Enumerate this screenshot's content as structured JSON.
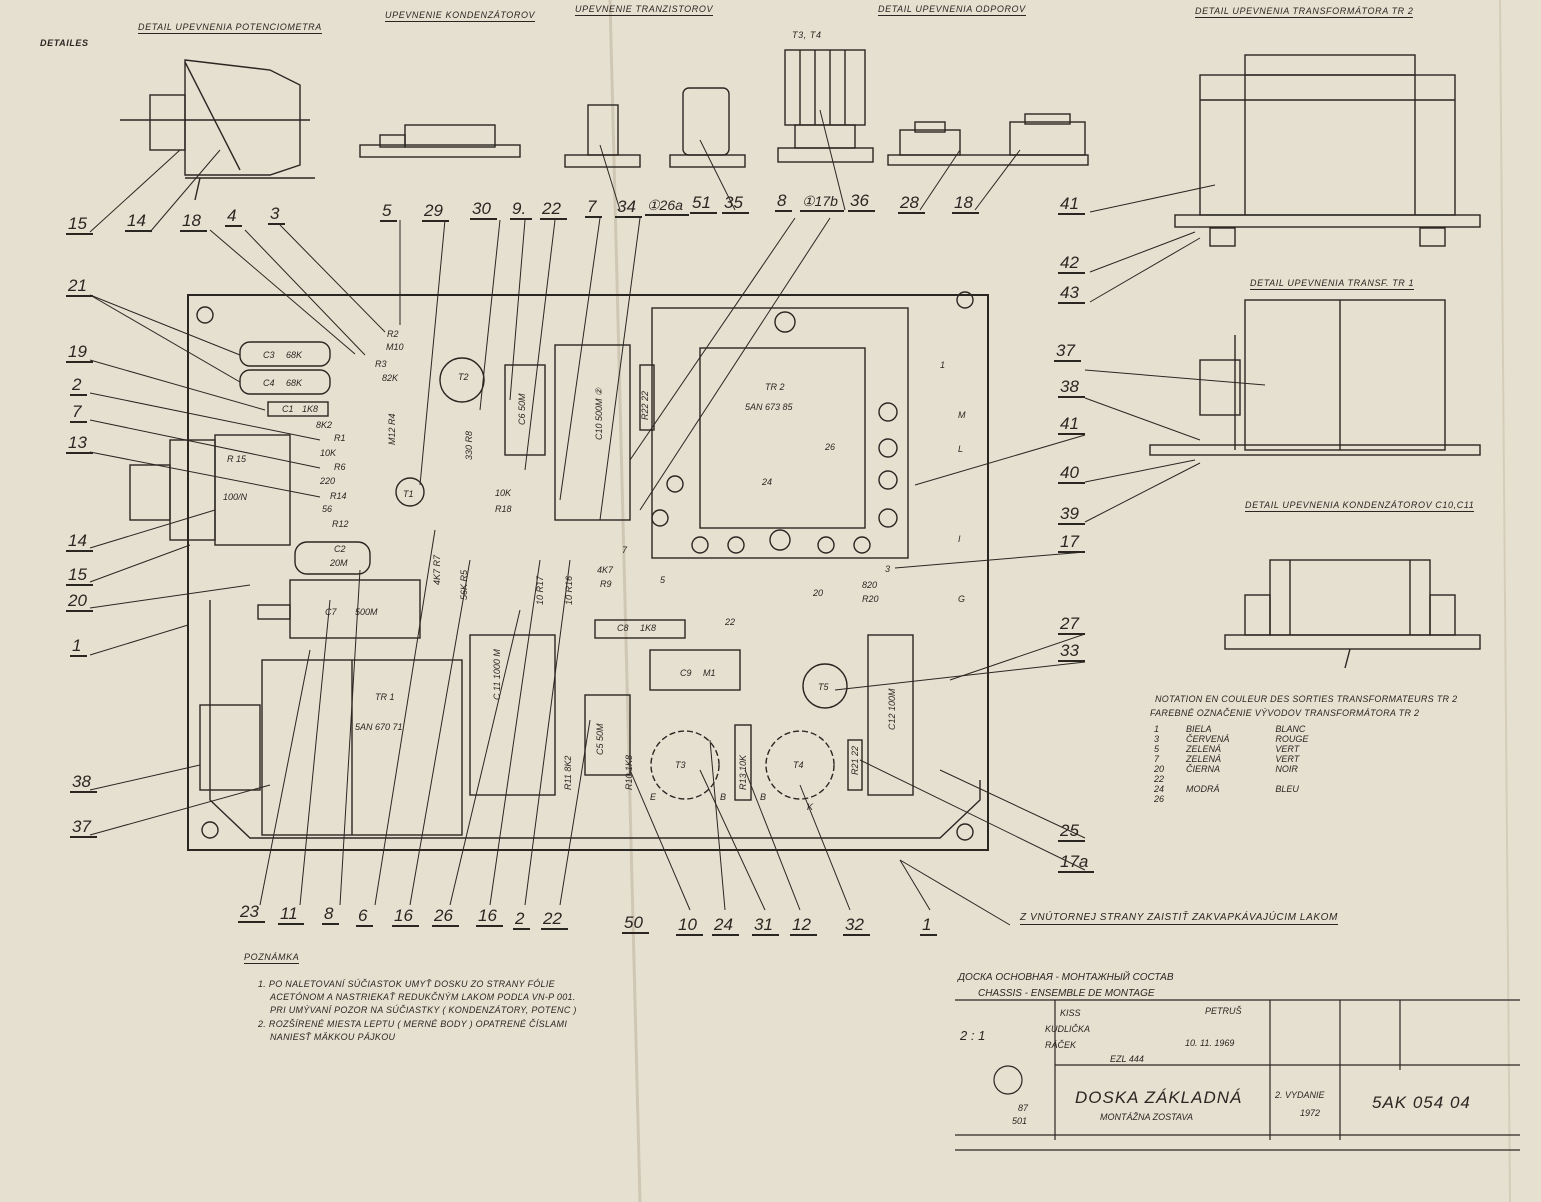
{
  "headers": {
    "detailes": "DETAILES",
    "potentiometer": "DETAIL UPEVNENIA POTENCIOMETRA",
    "capacitors": "UPEVNENIE KONDENZÁTOROV",
    "transistors": "UPEVNENIE TRANZISTOROV",
    "resistors": "DETAIL UPEVNENIA ODPOROV",
    "tr2": "DETAIL UPEVNENIA TRANSFORMÁTORA TR 2",
    "tr1": "DETAIL UPEVNENIA TRANSF. TR 1",
    "c10c11": "DETAIL UPEVNENIA KONDENZÁTOROV C10,C11",
    "t3t4": "T3, T4"
  },
  "callouts": {
    "top": [
      "15",
      "14",
      "18",
      "4",
      "3",
      "5",
      "29",
      "30",
      "9.",
      "22",
      "7",
      "34",
      "①26a",
      "51",
      "35",
      "8",
      "①17b",
      "36",
      "28",
      "18"
    ],
    "left": [
      "21",
      "19",
      "2",
      "7",
      "13",
      "14",
      "15",
      "20",
      "1",
      "38",
      "37"
    ],
    "right": [
      "41",
      "42",
      "43",
      "37",
      "38",
      "41",
      "40",
      "39",
      "17",
      "27",
      "33",
      "25",
      "17a"
    ],
    "bottom": [
      "23",
      "11",
      "8",
      "6",
      "16",
      "26",
      "16",
      "2",
      "22",
      "50",
      "10",
      "24",
      "31",
      "12",
      "32",
      "1"
    ]
  },
  "components": [
    {
      "ref": "R2",
      "val": "M10"
    },
    {
      "ref": "R3",
      "val": "82K"
    },
    {
      "ref": "C3",
      "val": "68K"
    },
    {
      "ref": "C4",
      "val": "68K"
    },
    {
      "ref": "C1",
      "val": "1K8"
    },
    {
      "ref": "R1",
      "val": "8K2"
    },
    {
      "ref": "R6",
      "val": "10K"
    },
    {
      "ref": "R14",
      "val": "220"
    },
    {
      "ref": "R12",
      "val": "56"
    },
    {
      "ref": "C2",
      "val": "20M"
    },
    {
      "ref": "R15",
      "val": "100/N"
    },
    {
      "ref": "C7",
      "val": "500M"
    },
    {
      "ref": "TR 1",
      "val": "5AN 670 71"
    },
    {
      "ref": "TR 2",
      "val": "5AN 673 85"
    },
    {
      "ref": "C6",
      "val": "50M"
    },
    {
      "ref": "C10",
      "val": "500M"
    },
    {
      "ref": "R8",
      "val": "330"
    },
    {
      "ref": "R4",
      "val": "M12"
    },
    {
      "ref": "R18",
      "val": "10K"
    },
    {
      "ref": "R7",
      "val": "4K7"
    },
    {
      "ref": "R5",
      "val": "56K"
    },
    {
      "ref": "R17",
      "val": "10"
    },
    {
      "ref": "R16",
      "val": "10"
    },
    {
      "ref": "R9",
      "val": "4K7"
    },
    {
      "ref": "R20",
      "val": "820"
    },
    {
      "ref": "C8",
      "val": "1K8"
    },
    {
      "ref": "C9",
      "val": "M1"
    },
    {
      "ref": "C11",
      "val": "1000 M"
    },
    {
      "ref": "C5",
      "val": "50M"
    },
    {
      "ref": "R11",
      "val": "8K2"
    },
    {
      "ref": "R10",
      "val": "1K8"
    },
    {
      "ref": "R13",
      "val": "10K"
    },
    {
      "ref": "C12",
      "val": "100M"
    },
    {
      "ref": "R21",
      "val": "22"
    },
    {
      "ref": "R22",
      "val": "22"
    },
    {
      "ref": "T1",
      "val": ""
    },
    {
      "ref": "T2",
      "val": ""
    },
    {
      "ref": "T3",
      "val": ""
    },
    {
      "ref": "T4",
      "val": ""
    },
    {
      "ref": "T5",
      "val": ""
    }
  ],
  "terminals": [
    "M",
    "L",
    "I",
    "G"
  ],
  "varnish_note": "Z VNÚTORNEJ STRANY ZAISTIŤ ZAKVAPKÁVAJÚCIM LAKOM",
  "notes": {
    "title": "POZNÁMKA",
    "lines": [
      "1. PO NALETOVANÍ SÚČIASTOK UMYŤ DOSKU ZO STRANY FÓLIE",
      "ACETÓNOM A NASTRIEKAŤ REDUKČNÝM LAKOM PODĽA VN-P 001.",
      "PRI UMÝVANÍ POZOR NA SÚČIASTKY ( KONDENZÁTORY, POTENC )",
      "2. ROZŠÍRENÉ MIESTA LEPTU ( MERNÉ BODY ) OPATRENÉ ČÍSLAMI",
      "NANIESŤ MÄKKOU PÁJKOU"
    ]
  },
  "color_table": {
    "title_fr": "NOTATION EN COULEUR DES SORTIES TRANSFORMATEURS TR 2",
    "title_sk": "FAREBNÉ OZNAČENIE VÝVODOV TRANSFORMÁTORA TR 2",
    "rows": [
      {
        "no": "1",
        "sk": "BIELA",
        "fr": "BLANC"
      },
      {
        "no": "3",
        "sk": "ČERVENÁ",
        "fr": "ROUGE"
      },
      {
        "no": "5",
        "sk": "ZELENÁ",
        "fr": "VERT"
      },
      {
        "no": "7",
        "sk": "ZELENÁ",
        "fr": "VERT"
      },
      {
        "no": "20",
        "sk": "ČIERNA",
        "fr": "NOIR"
      },
      {
        "no": "22 24 26",
        "sk": "MODRÁ",
        "fr": "BLEU"
      }
    ]
  },
  "title_block": {
    "ru": "ДОСКА ОСНОВНАЯ - МОНТАЖНЫЙ СОСТАВ",
    "fr": "CHASSIS - ENSEMBLE DE MONTAGE",
    "scale": "2 : 1",
    "names": [
      "KISS",
      "KUDLIČKA",
      "RÁČEK"
    ],
    "approver": "PETRUŠ",
    "date": "10. 11. 1969",
    "type_code": "EZL 444",
    "name": "DOSKA ZÁKLADNÁ",
    "subname": "MONTÁŽNA ZOSTAVA",
    "drawing_no": "5AK 054 04",
    "issue": "2. VYDANIE",
    "issue_year": "1972",
    "sheet_codes": [
      "87",
      "501"
    ]
  }
}
